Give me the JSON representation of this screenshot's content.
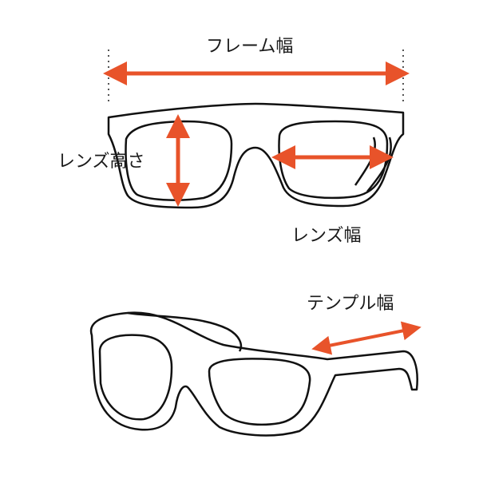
{
  "labels": {
    "frame_width": "フレーム幅",
    "lens_height": "レンズ高さ",
    "lens_width": "レンズ幅",
    "temple_width": "テンプル幅"
  },
  "colors": {
    "arrow": "#e8532a",
    "outline": "#111111",
    "guide": "#555555"
  }
}
